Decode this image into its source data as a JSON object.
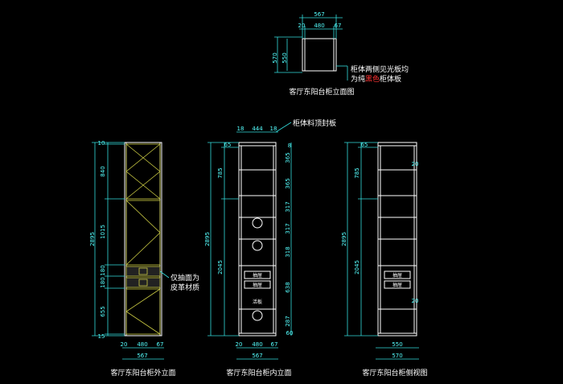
{
  "colors": {
    "background": "#000000",
    "dimension": "#33dddd",
    "outline": "#ffffff",
    "pattern": "#cccc44",
    "highlight": "#ff3333"
  },
  "top_view": {
    "dims": {
      "total_width": "567",
      "left_panel": "20",
      "inner": "480",
      "right_panel": "67",
      "height_outer": "570",
      "height_inner": "550"
    },
    "note_line1": "柜体两侧见光板均",
    "note_line2_a": "为纯",
    "note_line2_b": "黑色",
    "note_line2_c": "柜体板",
    "caption": "客厅东阳台柜立面图"
  },
  "outer_view": {
    "dims_left": [
      "10",
      "840",
      "1015",
      "180",
      "180",
      "655",
      "15"
    ],
    "total_height": "2895",
    "bottom_dims": [
      "20",
      "480",
      "67"
    ],
    "bottom_total": "567",
    "note_line1": "仅抽面为",
    "note_line2": "皮革材质",
    "caption": "客厅东阳台柜外立面"
  },
  "inner_view": {
    "top_dims": [
      "18",
      "444",
      "18"
    ],
    "top_note": "柜体料顶封板",
    "left_dims": [
      "65",
      "785",
      "2045"
    ],
    "total_height": "2895",
    "right_dims": [
      "8",
      "365",
      "365",
      "317",
      "317",
      "318",
      "638",
      "287",
      "60"
    ],
    "drawer_labels": [
      "抽屉",
      "抽屉"
    ],
    "bottom_label": "活板",
    "bottom_dims": [
      "20",
      "480",
      "67"
    ],
    "bottom_total": "567",
    "caption": "客厅东阳台柜内立面"
  },
  "side_view": {
    "left_dims": [
      "65",
      "785",
      "2045"
    ],
    "total_height": "2895",
    "right_labels": [
      "20",
      "20"
    ],
    "drawer_labels": [
      "抽屉",
      "抽屉"
    ],
    "bottom_inner": "550",
    "bottom_outer": "570",
    "caption": "客厅东阳台柜侧视图"
  }
}
